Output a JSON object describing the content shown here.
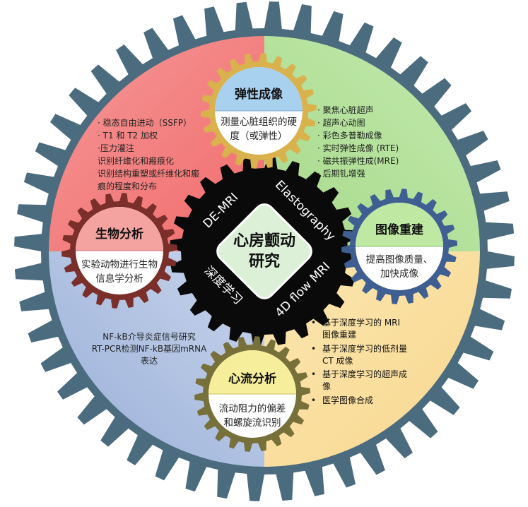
{
  "center": {
    "line1": "心房颤动",
    "line2": "研究"
  },
  "ring_labels": {
    "de_mri": "DE-MRI",
    "elastography": "Elastography",
    "flow_mri": "4D flow MRI",
    "deep_learning": "深度学习"
  },
  "nodes": {
    "elastic": {
      "title": "弹性成像",
      "desc1": "测量心脏组织的硬",
      "desc2": "度（或弹性）"
    },
    "recon": {
      "title": "图像重建",
      "desc1": "提高图像质量、",
      "desc2": "加快成像"
    },
    "flow": {
      "title": "心流分析",
      "desc1": "流动阻力的偏差",
      "desc2": "和螺旋流识别"
    },
    "bio": {
      "title": "生物分析",
      "desc1": "实验动物进行生物",
      "desc2": "信息学分析"
    }
  },
  "lists": {
    "de_mri": [
      "· 稳态自由进动（SSFP）",
      "· T1 和 T2 加权",
      "·压力灌注",
      "识别纤维化和瘢痕化",
      "识别结构重塑或纤维化和瘢",
      "痕的程度和分布"
    ],
    "elastography": [
      "· 聚焦心脏超声",
      "· 超声心动图",
      "· 彩色多普勒成像",
      "· 实时弹性成像 (RTE)",
      "· 磁共振弹性成(MRE)",
      "· 后期钆增强"
    ],
    "bio": [
      "NF-kB介导炎症信号研究",
      "RT-PCR检测NF-kB基因mRNA",
      "表达"
    ],
    "dl": [
      {
        "bullet": "•",
        "lines": [
          "基于深度学习的 MRI",
          "图像重建"
        ]
      },
      {
        "bullet": "•",
        "lines": [
          "基于深度学习的低剂量",
          "CT 成像"
        ]
      },
      {
        "bullet": "•",
        "lines": [
          "基于深度学习的超声成",
          "像"
        ]
      },
      {
        "bullet": "•",
        "lines": [
          "医学图像合成"
        ]
      }
    ]
  },
  "colors": {
    "outer_gear": "#4b6b7e",
    "red_quadrant": "#f06b6b",
    "green_quadrant": "#a6d98a",
    "yellow_quadrant": "#f3c46a",
    "blue_quadrant": "#a7b8dc",
    "inner_gear": "#0a0a0a",
    "center_diamond": "#dcefd7",
    "elastic_gear": "#d9b24d",
    "elastic_header": "#a8d0ef",
    "recon_gear": "#3f5f92",
    "recon_header": "#bfe8a2",
    "flow_gear": "#77703a",
    "flow_header": "#f6ee9a",
    "bio_gear": "#7b2f2b",
    "bio_header": "#f4a3a0"
  }
}
